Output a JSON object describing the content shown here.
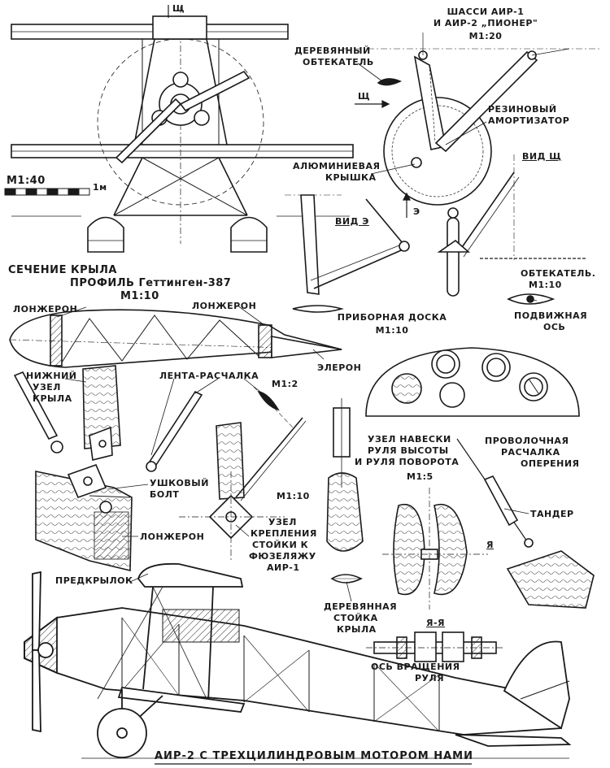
{
  "labels": {
    "view_marker_top": "Щ",
    "chassis_title_1": "ШАССИ АИР-1",
    "chassis_title_2": "И АИР-2 „ПИОНЕР\"",
    "chassis_scale": "М1:20",
    "wooden_fairing_1": "ДЕРЕВЯННЫЙ",
    "wooden_fairing_2": "ОБТЕКАТЕЛЬ",
    "arrow_shch": "Щ",
    "rubber_shock_1": "РЕЗИНОВЫЙ",
    "rubber_shock_2": "АМОРТИЗАТОР",
    "aluminum_cap_1": "АЛЮМИНИЕВАЯ",
    "aluminum_cap_2": "КРЫШКА",
    "view_shch": "ВИД Щ",
    "scale_bar_scale": "М1:40",
    "scale_bar_unit": "1м",
    "arrow_e": "Э",
    "view_e": "ВИД Э",
    "fairing_1": "ОБТЕКАТЕЛЬ.",
    "fairing_scale": "М1:10",
    "wing_section_1": "СЕЧЕНИЕ КРЫЛА",
    "wing_section_2": "ПРОФИЛЬ Геттинген-387",
    "wing_section_scale": "М1:10",
    "spar_left": "ЛОНЖЕРОН",
    "spar_right": "ЛОНЖЕРОН",
    "instrument_panel": "ПРИБОРНАЯ ДОСКА",
    "instrument_scale": "М1:10",
    "movable_axis_1": "ПОДВИЖНАЯ",
    "movable_axis_2": "ОСЬ",
    "aileron": "ЭЛЕРОН",
    "lower_node_1": "НИЖНИЙ",
    "lower_node_2": "УЗЕЛ",
    "lower_node_3": "КРЫЛА",
    "tape_brace": "ЛЕНТА-РАСЧАЛКА",
    "scale_1_2": "М1:2",
    "eye_bolt_1": "УШКОВЫЙ",
    "eye_bolt_2": "БОЛТ",
    "spar_lower": "ЛОНЖЕРОН",
    "strut_scale": "М1:10",
    "strut_node_1": "УЗЕЛ",
    "strut_node_2": "КРЕПЛЕНИЯ",
    "strut_node_3": "СТОЙКИ К",
    "strut_node_4": "ФЮЗЕЛЯЖУ",
    "strut_node_5": "АИР-1",
    "hinge_1": "УЗЕЛ НАВЕСКИ",
    "hinge_2": "РУЛЯ ВЫСОТЫ",
    "hinge_3": "И РУЛЯ ПОВОРОТА",
    "hinge_scale": "М1:5",
    "wire_brace_1": "ПРОВОЛОЧНАЯ",
    "wire_brace_2": "РАСЧАЛКА",
    "wire_brace_3": "ОПЕРЕНИЯ",
    "turnbuckle": "ТАНДЕР",
    "section_ya_mark": "Я",
    "slat": "ПРЕДКРЫЛОК",
    "wooden_strut_1": "ДЕРЕВЯННАЯ",
    "wooden_strut_2": "СТОЙКА",
    "wooden_strut_3": "КРЫЛА",
    "section_ya_ya": "Я-Я",
    "rotation_axis_1": "ОСЬ ВРАЩЕНИЯ",
    "rotation_axis_2": "РУЛЯ",
    "bottom_caption": "АИР-2 С ТРЕХЦИЛИНДРОВЫМ МОТОРОМ НАМИ"
  }
}
